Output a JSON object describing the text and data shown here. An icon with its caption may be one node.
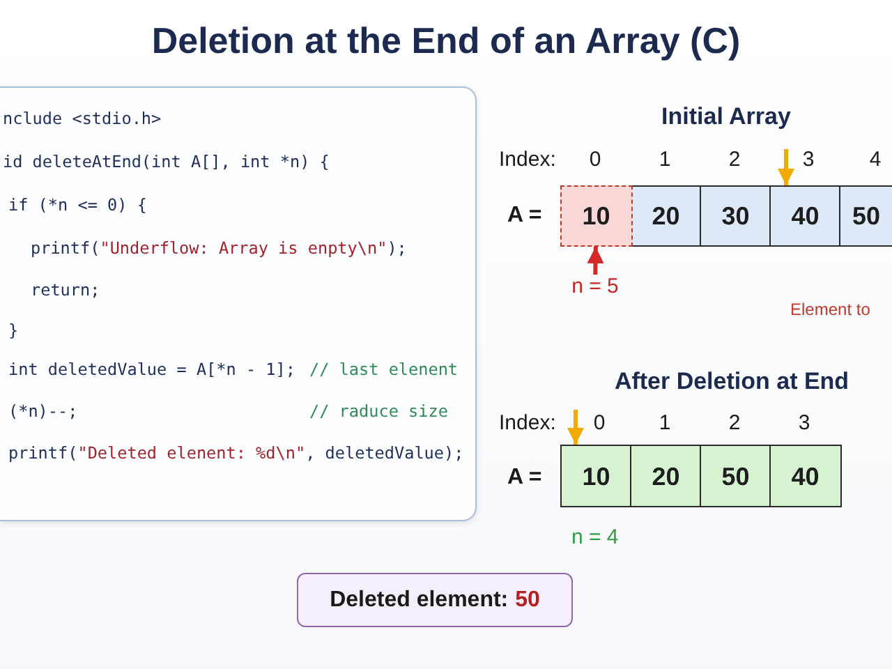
{
  "diagram": {
    "title": "Deletion at the End of an Array (C)",
    "nodes": [
      {
        "text": [
          "nclude <stdio.h>",
          "id deleteAtEnd(int A[], int *n) {",
          "if (*n <= 0) {",
          "printf(\"Underflow: Array is enpty\\n\");",
          "return;",
          "}",
          "int deletedValue = A[*n - 1];",
          "// last elenent",
          "(*n)--;",
          "// raduce size",
          "printf(\"Deleted elenent: %d\\n\", deletedValue);"
        ]
      },
      {
        "text": [
          "10"
        ]
      },
      {
        "text": [
          "20"
        ]
      },
      {
        "text": [
          "30"
        ]
      },
      {
        "text": [
          "40"
        ]
      },
      {
        "text": [
          "50"
        ]
      },
      {
        "text": [
          "n = 5"
        ]
      },
      {
        "text": [
          "10"
        ]
      },
      {
        "text": [
          "20"
        ]
      },
      {
        "text": [
          "50"
        ]
      },
      {
        "text": [
          "40"
        ]
      },
      {
        "text": [
          "Deleted element:",
          "50"
        ]
      }
    ],
    "edges": [
      {
        "from": 6,
        "to": 1,
        "arrow": "to",
        "color": "#d62828"
      },
      {
        "from": null,
        "to": 4,
        "arrow": "to",
        "color": "#f2a900"
      },
      {
        "from": null,
        "to": 7,
        "arrow": "to",
        "color": "#f2a900"
      }
    ],
    "labels": [
      "Initial Array",
      "Index:",
      "0",
      "1",
      "2",
      "3",
      "4",
      "A =",
      "Element to",
      "After Deletion at End",
      "Index:",
      "0",
      "1",
      "2",
      "3",
      "A =",
      "n = 4"
    ]
  }
}
